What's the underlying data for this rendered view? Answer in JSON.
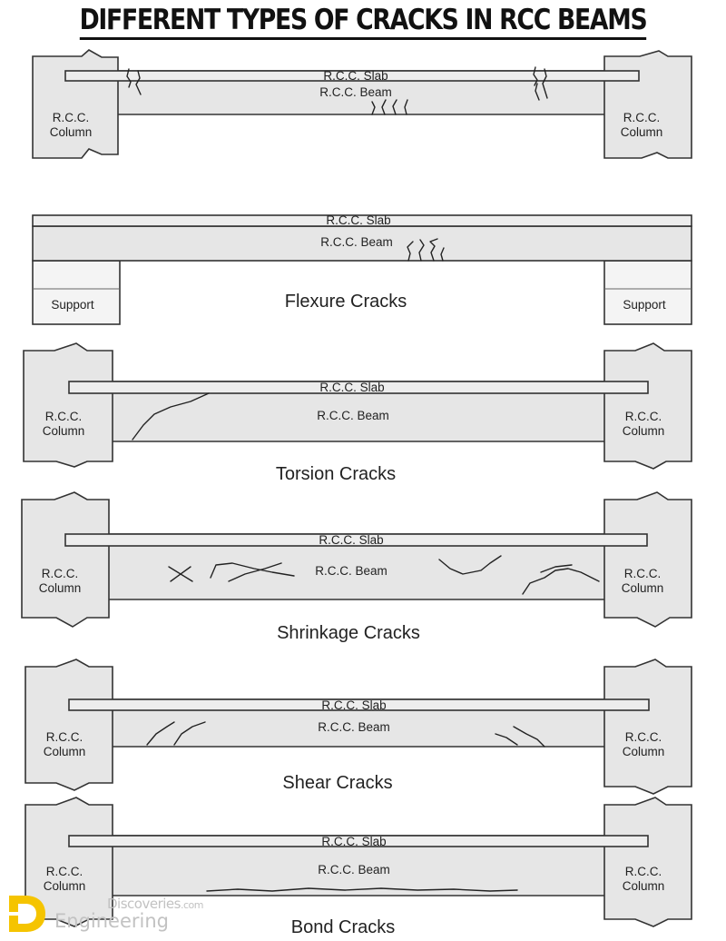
{
  "title": "DIFFERENT TYPES OF CRACKS IN RCC BEAMS",
  "labels": {
    "slab": "R.C.C. Slab",
    "beam": "R.C.C. Beam",
    "column_line1": "R.C.C.",
    "column_line2": "Column",
    "support": "Support"
  },
  "captions": {
    "flexure": "Flexure Cracks",
    "torsion": "Torsion Cracks",
    "shrinkage": "Shrinkage Cracks",
    "shear": "Shear Cracks",
    "bond": "Bond Cracks"
  },
  "watermark": {
    "line1": "Discoveries",
    "line1_suffix": ".com",
    "line2": "Engineering"
  },
  "colors": {
    "member_fill": "#e6e6e6",
    "outline": "#333333",
    "logo_yellow": "#f5c400",
    "watermark_text": "#c2c2c2"
  }
}
